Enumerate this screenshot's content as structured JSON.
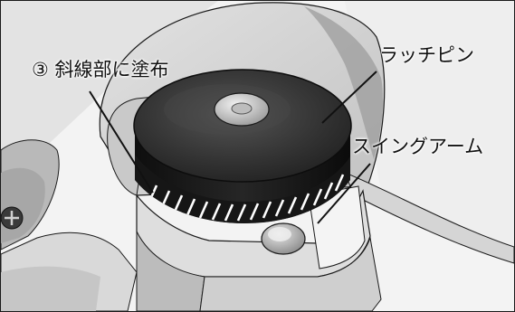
{
  "labels": {
    "apply_area": "③ 斜線部に塗布",
    "latch_pin": "ラッチピン",
    "swing_arm": "スイングアーム"
  },
  "colors": {
    "background": "#f3f3f3",
    "housing": "#d6d6d6",
    "housing_shadow": "#8f8f8f",
    "dark_panel": "#bdbdbd",
    "pin_top": "#3a3a3a",
    "pin_side": "#141414",
    "hatch_stroke": "#ffffff",
    "outline": "#1a1a1a"
  },
  "icons": [
    "screw-head-icon",
    "arm-pivot-icon"
  ]
}
